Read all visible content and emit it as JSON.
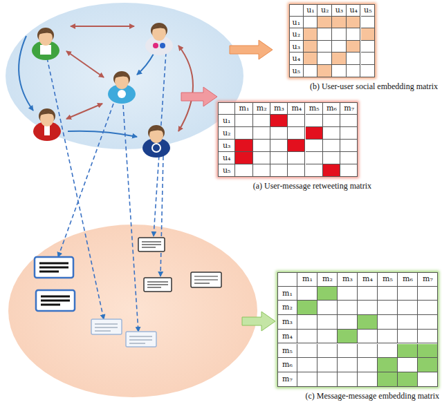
{
  "diagram": {
    "nodes": [
      {
        "text": [
          "(b) User-user social embedding matrix"
        ]
      },
      {
        "text": [
          "(a) User-message retweeting matrix"
        ]
      },
      {
        "text": [
          "(c) Message-message embedding matrix"
        ]
      }
    ],
    "labels": [
      "u₁",
      "u₂",
      "u₃",
      "u₄",
      "u₅",
      "u₁",
      "u₂",
      "u₃",
      "u₄",
      "u₅",
      "m₁",
      "m₂",
      "m₃",
      "m₄",
      "m₅",
      "m₆",
      "m₇",
      "u₁",
      "u₂",
      "u₃",
      "u₄",
      "u₅",
      "m₁",
      "m₂",
      "m₃",
      "m₄",
      "m₅",
      "m₆",
      "m₇",
      "m₁",
      "m₂",
      "m₃",
      "m₄",
      "m₅",
      "m₆",
      "m₇"
    ]
  }
}
